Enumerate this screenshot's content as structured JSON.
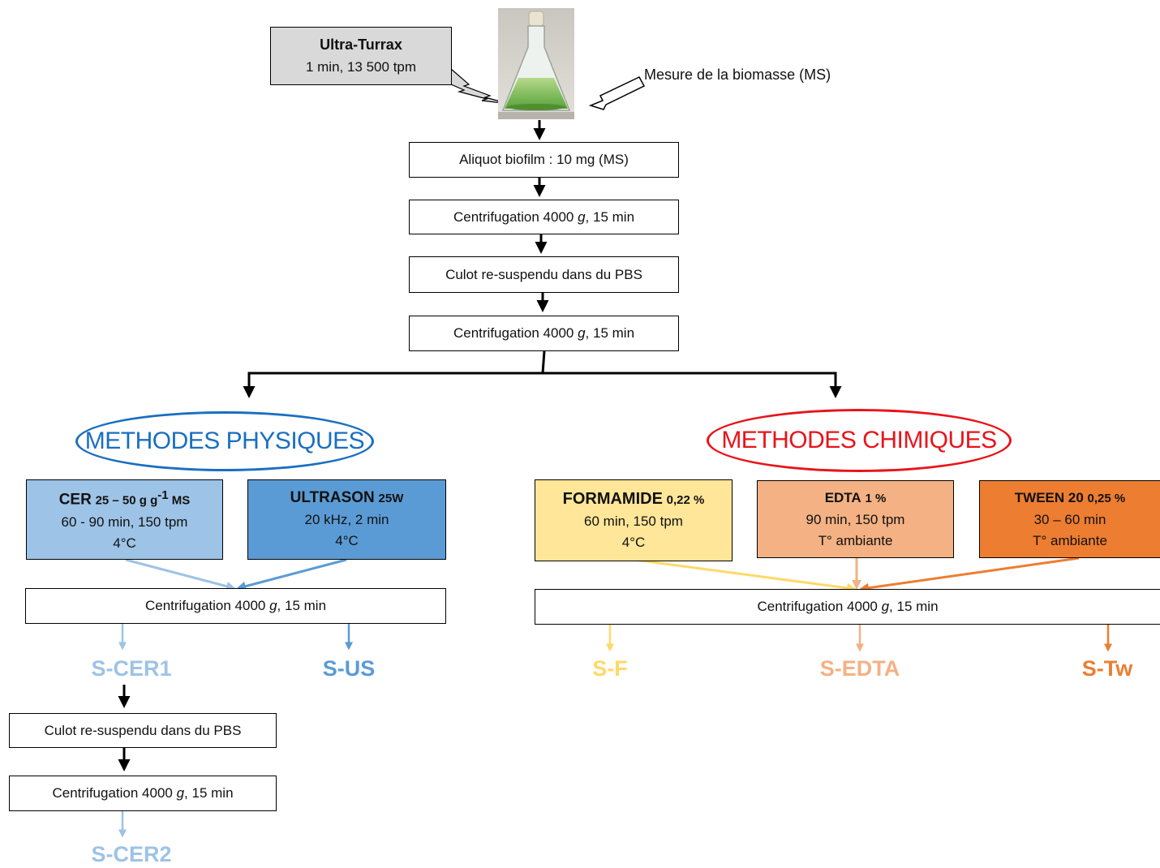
{
  "turrax": {
    "title": "Ultra-Turrax",
    "params": "1 min, 13 500 tpm"
  },
  "measure_label": "Mesure de la biomasse (MS)",
  "steps": {
    "aliquot": "Aliquot biofilm : 10 mg (MS)",
    "centri_prefix": "Centrifugation 4000 ",
    "centri_g": "g",
    "centri_suffix": ", 15 min",
    "culot": "Culot re-suspendu dans du PBS"
  },
  "physical": {
    "title": "METHODES PHYSIQUES",
    "color": "#1a6fc1",
    "cer": {
      "name": "CER",
      "dose_pre": "25 – 50 g g",
      "dose_sup": "-1",
      "dose_post": " MS",
      "line2": "60 - 90 min, 150 tpm",
      "line3": "4°C",
      "fill": "#9dc3e6"
    },
    "us": {
      "name": "ULTRASON",
      "dose": "25W",
      "line2": "20 kHz, 2 min",
      "line3": "4°C",
      "fill": "#5b9bd5"
    },
    "outputs": {
      "scer1": "S-CER1",
      "sus": "S-US",
      "scer2": "S-CER2"
    }
  },
  "chemical": {
    "title": "METHODES CHIMIQUES",
    "color": "#e8141b",
    "formamide": {
      "name": "FORMAMIDE",
      "dose": "0,22 %",
      "line2": "60 min, 150 tpm",
      "line3": "4°C",
      "fill": "#ffe699"
    },
    "edta": {
      "name": "EDTA",
      "dose": "1 %",
      "line2": "90 min, 150 tpm",
      "line3": "T° ambiante",
      "fill": "#f4b183"
    },
    "tween": {
      "name": "TWEEN 20",
      "dose": "0,25 %",
      "line2": "30 – 60 min",
      "line3": "T° ambiante",
      "fill": "#ed7d31"
    },
    "outputs": {
      "sf": "S-F",
      "sedta": "S-EDTA",
      "stw": "S-Tw"
    }
  },
  "colors": {
    "cer": "#9dc3e6",
    "us": "#5b9bd5",
    "formamide": "#ffd966",
    "edta": "#f4b183",
    "tween": "#ed7d31"
  }
}
